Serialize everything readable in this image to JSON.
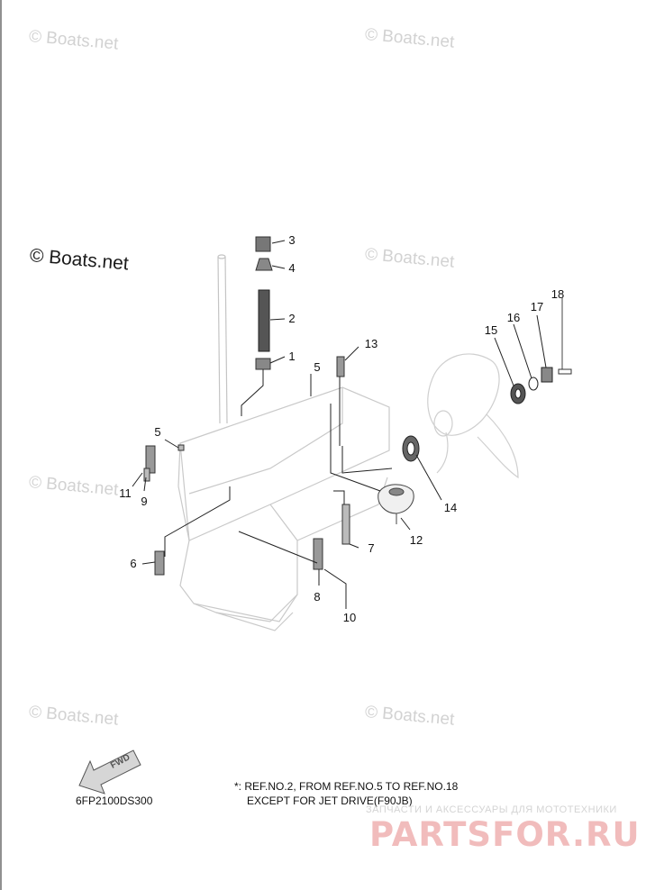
{
  "watermarks": [
    {
      "text": "© Boats.net"
    },
    {
      "text": "© Boats.net"
    },
    {
      "text": "© Boats.net"
    },
    {
      "text": "© Boats.net"
    },
    {
      "text": "© Boats.net"
    },
    {
      "text": "© Boats.net"
    },
    {
      "text": "© Boats.net"
    }
  ],
  "callouts": [
    "1",
    "2",
    "3",
    "4",
    "5",
    "5",
    "6",
    "7",
    "8",
    "9",
    "10",
    "11",
    "12",
    "13",
    "14",
    "15",
    "16",
    "17",
    "18"
  ],
  "diagram_code": "6FP2100DS300",
  "fwd_label": "FWD",
  "footnote": {
    "line1": "*: REF.NO.2, FROM REF.NO.5 TO REF.NO.18",
    "line2": "EXCEPT FOR JET DRIVE(F90JB)"
  },
  "brand": {
    "tagline": "ЗАПЧАСТИ И АКСЕССУАРЫ ДЛЯ МОТОТЕХНИКИ",
    "name": "PARTSFOR.RU"
  }
}
